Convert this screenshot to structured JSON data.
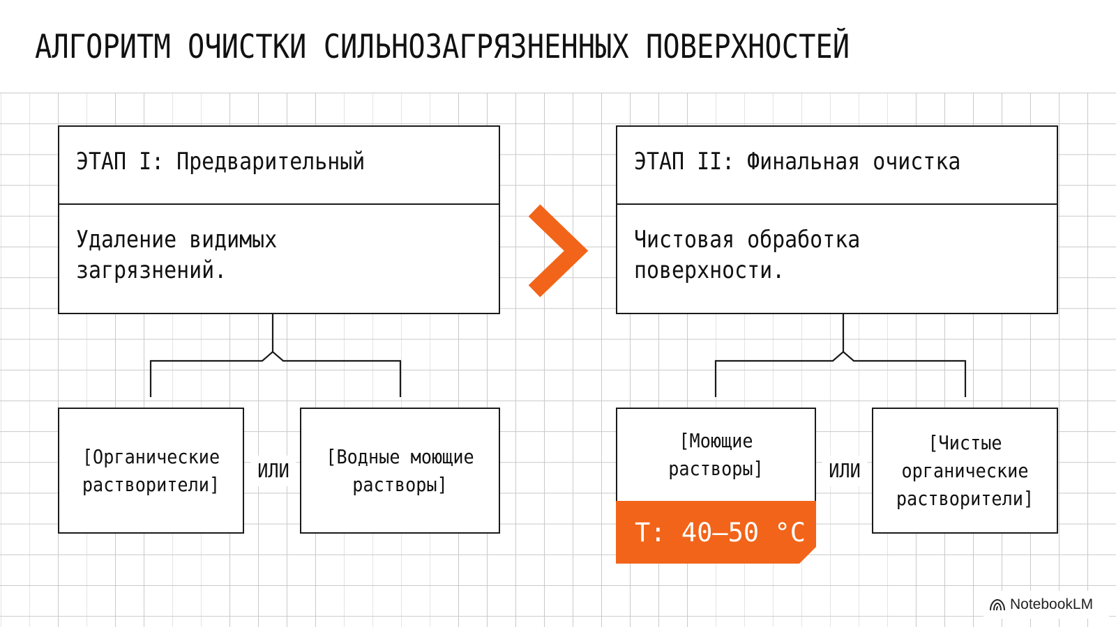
{
  "title": "АЛГОРИТМ ОЧИСТКИ СИЛЬНОЗАГРЯЗНЕННЫХ ПОВЕРХНОСТЕЙ",
  "stages": [
    {
      "heading": "ЭТАП I: Предварительный",
      "description": "Удаление видимых загрязнений.",
      "options": [
        "[Органические растворители]",
        "[Водные моющие растворы]"
      ],
      "or_label": "ИЛИ"
    },
    {
      "heading": "ЭТАП II: Финальная очистка",
      "description": "Чистовая обработка поверхности.",
      "options": [
        "[Моющие растворы]",
        "[Чистые органические растворители]"
      ],
      "or_label": "ИЛИ",
      "temperature": "T: 40–50 °C"
    }
  ],
  "branding": {
    "label": "NotebookLM",
    "icon": "notebooklm-logo-icon"
  },
  "colors": {
    "accent": "#f26419",
    "ink": "#1a1a1a",
    "grid": "#c9c9c9"
  }
}
